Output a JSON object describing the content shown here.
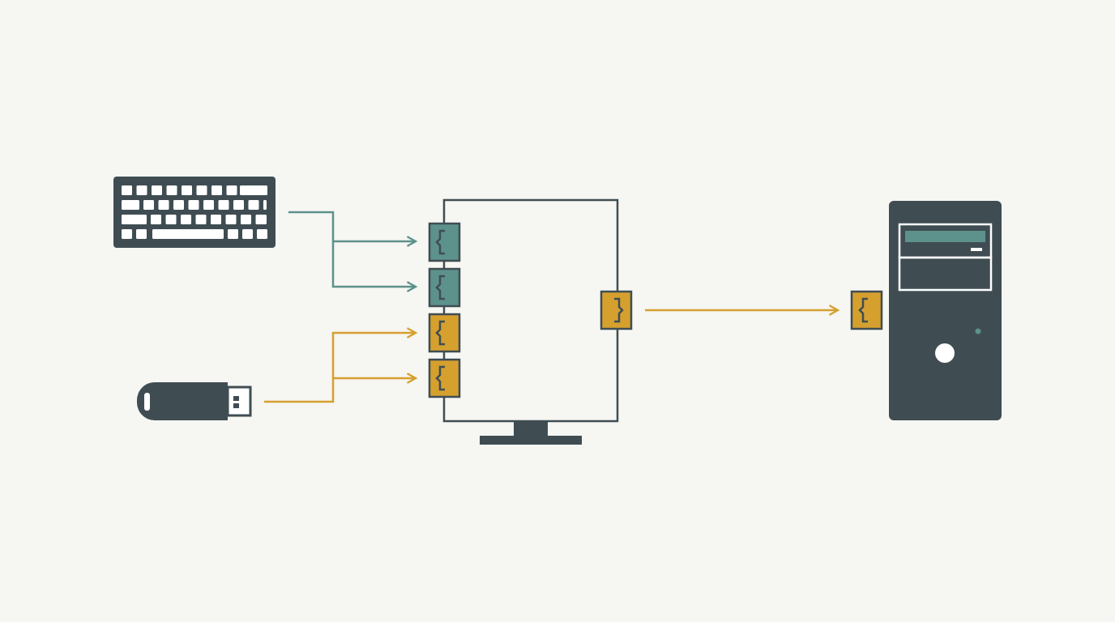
{
  "diagram": {
    "nodes": [
      {
        "id": "keyboard",
        "icon": "keyboard-icon"
      },
      {
        "id": "usb-drive",
        "icon": "usb-drive-icon"
      },
      {
        "id": "monitor",
        "icon": "monitor-icon"
      },
      {
        "id": "computer-tower",
        "icon": "computer-tower-icon"
      }
    ],
    "ports": {
      "monitor_inputs": [
        {
          "id": "monitor-input-port-1",
          "type": "teal"
        },
        {
          "id": "monitor-input-port-2",
          "type": "teal"
        },
        {
          "id": "monitor-input-port-3",
          "type": "amber"
        },
        {
          "id": "monitor-input-port-4",
          "type": "amber"
        }
      ],
      "monitor_output": {
        "id": "monitor-output-port",
        "type": "amber"
      },
      "tower_input": {
        "id": "tower-input-port",
        "type": "amber"
      }
    },
    "connections": [
      {
        "from": "keyboard",
        "to": "monitor-input-port-1",
        "color": "teal"
      },
      {
        "from": "keyboard",
        "to": "monitor-input-port-2",
        "color": "teal"
      },
      {
        "from": "usb-drive",
        "to": "monitor-input-port-3",
        "color": "amber"
      },
      {
        "from": "usb-drive",
        "to": "monitor-input-port-4",
        "color": "amber"
      },
      {
        "from": "monitor-output-port",
        "to": "tower-input-port",
        "color": "amber"
      }
    ]
  },
  "colors": {
    "background": "#f6f6f2",
    "dark": "#3f4d53",
    "teal": "#5d918c",
    "amber": "#d6a02f",
    "white": "#ffffff"
  }
}
